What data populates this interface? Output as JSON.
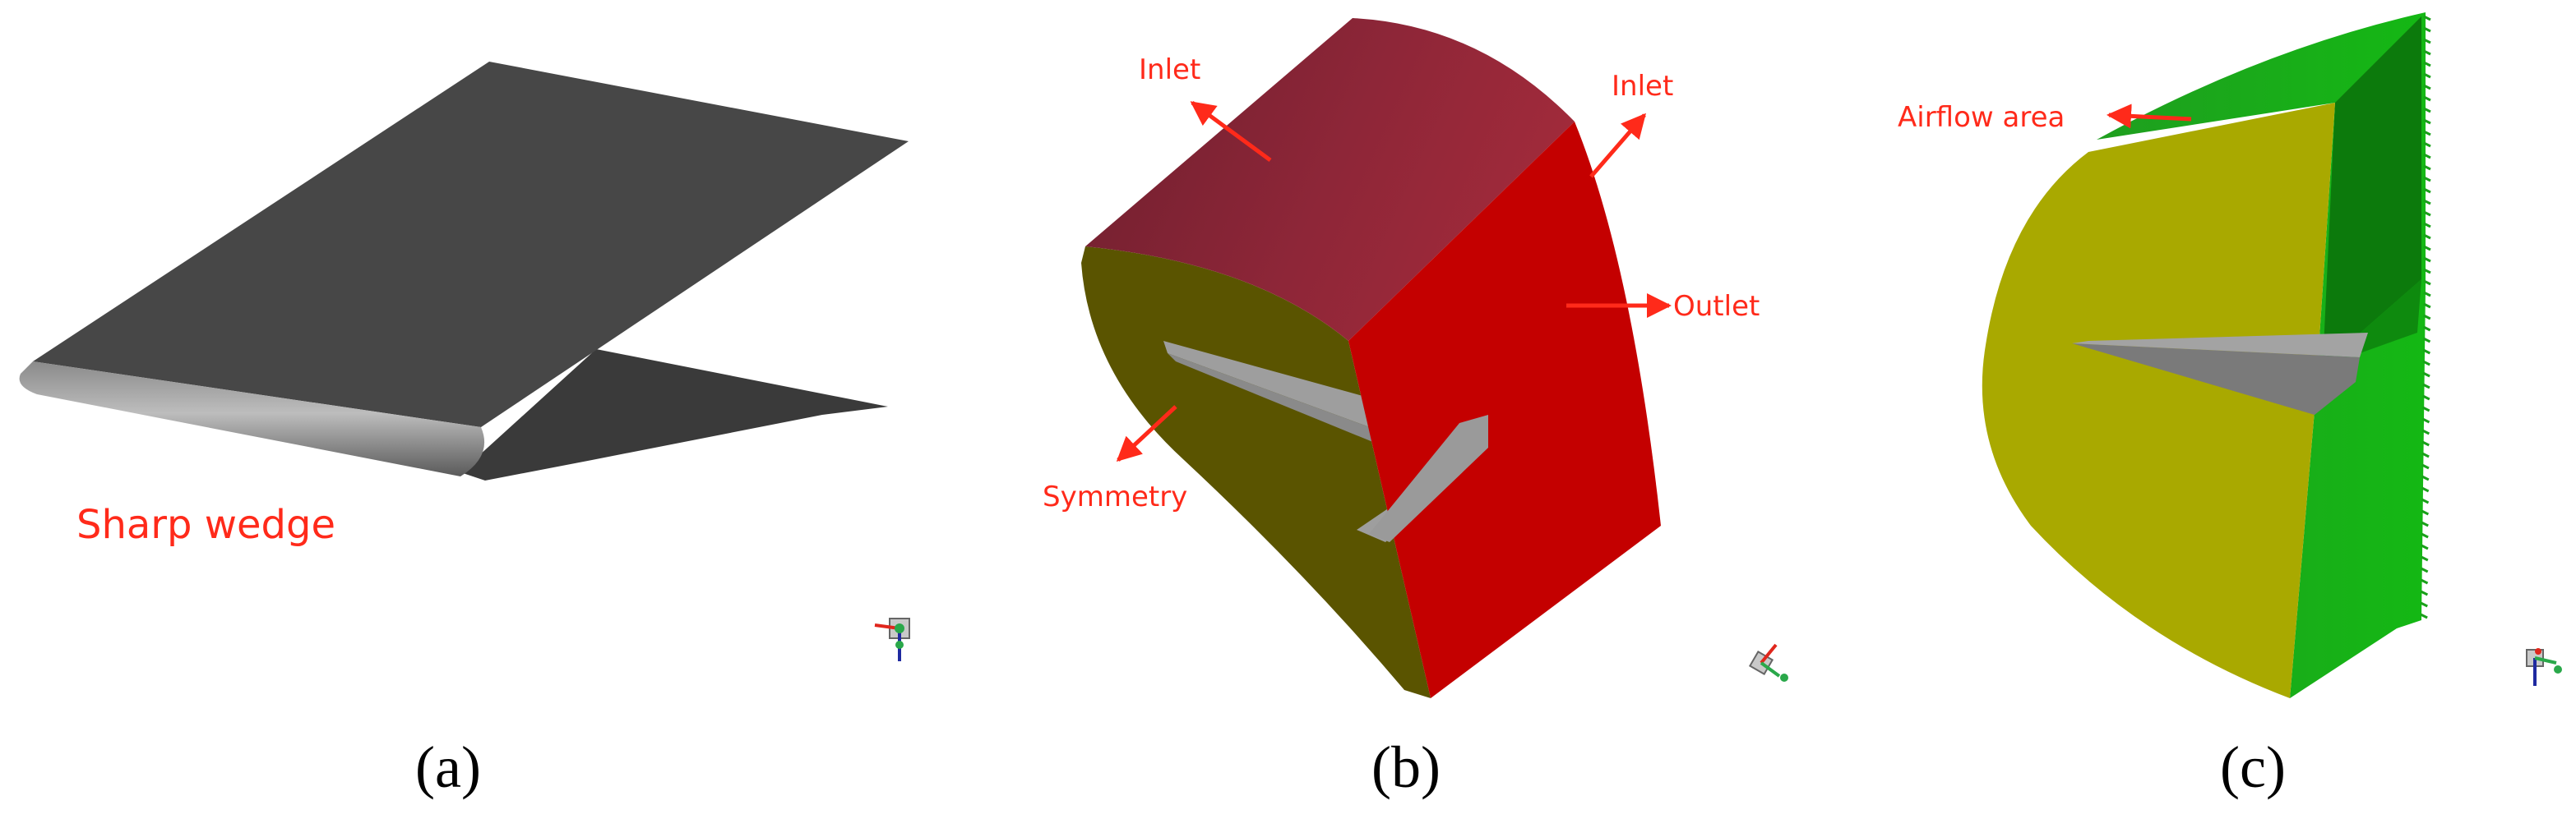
{
  "colors": {
    "annotation": "#ff2a1a",
    "wedge": "#444444",
    "inlet_face": "#8a2535",
    "outlet_face": "#c80000",
    "symmetry_face": "#5a5200",
    "inner_face": "#a8a800",
    "outer_face": "#22aa22",
    "slot": "#9a9a9a"
  },
  "panels": [
    {
      "id": "a",
      "caption": "(a)",
      "labels": [
        "Sharp wedge"
      ],
      "icons": [
        "axis-triad-icon"
      ]
    },
    {
      "id": "b",
      "caption": "(b)",
      "labels": [
        "Inlet",
        "Inlet",
        "Outlet",
        "Symmetry"
      ],
      "icons": [
        "axis-triad-icon"
      ]
    },
    {
      "id": "c",
      "caption": "(c)",
      "labels": [
        "Airflow area"
      ],
      "icons": [
        "axis-triad-icon"
      ]
    }
  ]
}
